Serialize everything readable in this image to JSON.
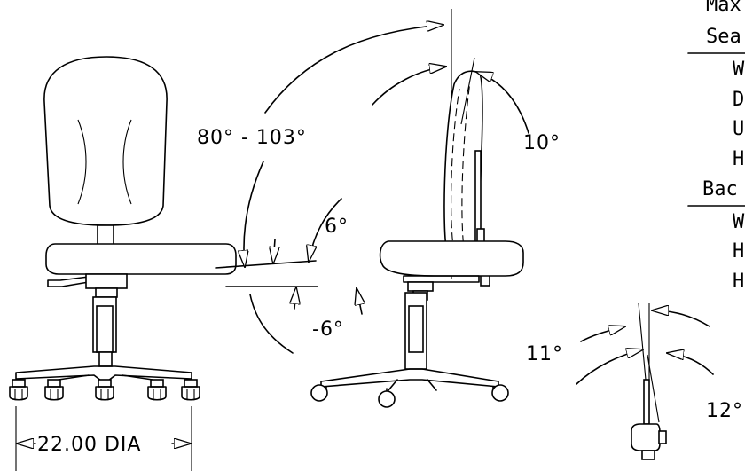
{
  "angles": {
    "back_range_label": "80°  -  103°",
    "back_tilt_label": "10°",
    "seat_up_label": "6°",
    "seat_down_label": "-6°",
    "mech_left_label": "11°",
    "mech_right_label": "12°"
  },
  "base": {
    "diameter_label": "22.00  DIA"
  },
  "spec_column": {
    "lines": [
      "Max",
      "Sea",
      "W",
      "D",
      "U",
      "H",
      "Bac",
      "W",
      "H",
      "H"
    ]
  }
}
